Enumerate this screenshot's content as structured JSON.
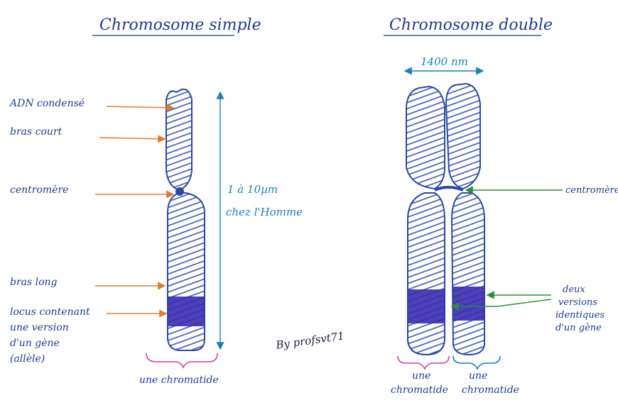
{
  "title_left": "Chromosome simple",
  "title_right": "Chromosome double",
  "left_labels": {
    "condensed_dna": "ADN condensé",
    "short_arm": "bras court",
    "centromere": "centromère",
    "long_arm": "bras long",
    "locus": [
      "locus contenant",
      "une version",
      "d'un gène",
      "(allèle)"
    ]
  },
  "size_label": [
    "1 à 10µm",
    "chez l'Homme"
  ],
  "width_label": "1400 nm",
  "chromatid_label": "une chromatide",
  "right_labels": {
    "centromere": "centromère",
    "versions": [
      "deux",
      "versions",
      "identiques",
      "d'un gène"
    ],
    "chromatid_left": [
      "une",
      "chromatide"
    ],
    "chromatid_right": [
      "une",
      "chromatide"
    ]
  },
  "signature": "By profsvt71",
  "colors": {
    "outline": "#2b4aa0",
    "fill_stripe": "#3a55b0",
    "band": "#3a2bb0",
    "arrow_orange": "#e07b32",
    "arrow_green": "#2e8b3a",
    "dimension_blue": "#1c7fb3",
    "brace_pink": "#d63fa6"
  }
}
